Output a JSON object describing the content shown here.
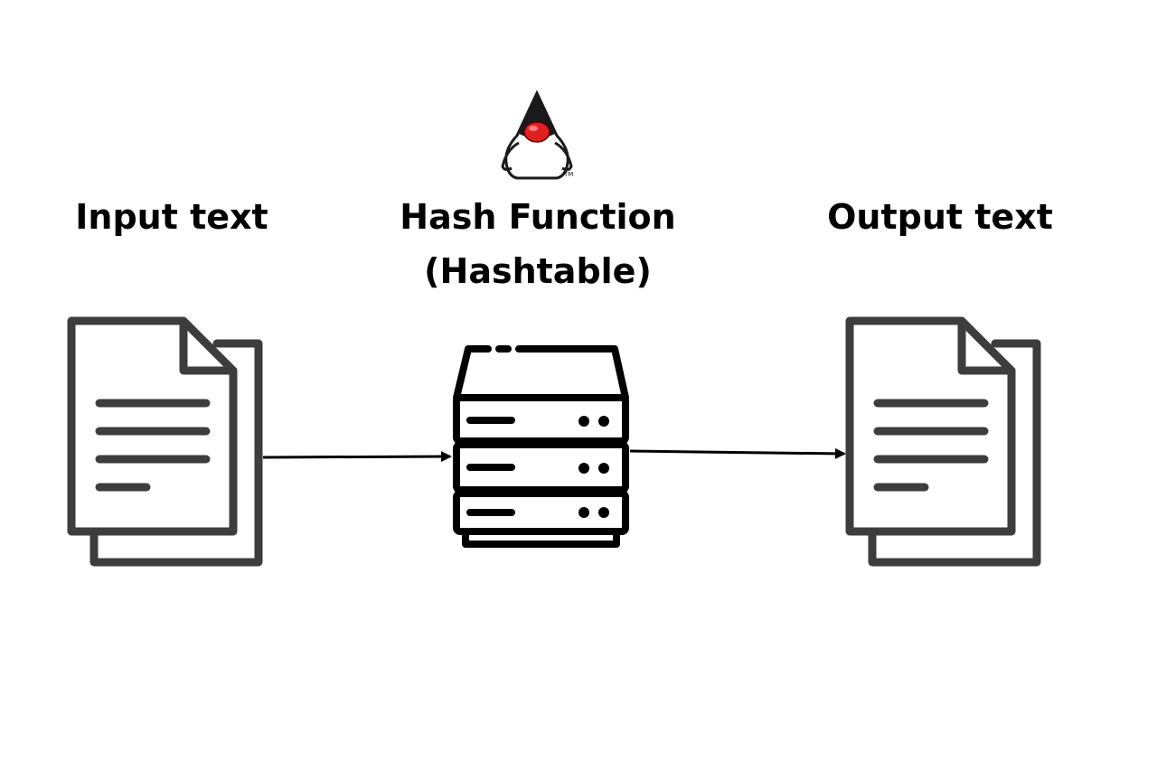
{
  "nodes": {
    "input": {
      "label": "Input text",
      "icon": "document-stack-icon"
    },
    "hash": {
      "label_line1": "Hash Function",
      "label_line2": "(Hashtable)",
      "icon": "server-stack-icon",
      "logo": "java-duke-mascot-logo"
    },
    "output": {
      "label": "Output text",
      "icon": "document-stack-icon"
    }
  },
  "edges": [
    {
      "from": "input",
      "to": "hash"
    },
    {
      "from": "hash",
      "to": "output"
    }
  ],
  "colors": {
    "doc_stroke": "#3d3d3d",
    "server_stroke": "#000000",
    "text": "#000000",
    "duke_nose": "#e02020",
    "background": "#ffffff"
  }
}
